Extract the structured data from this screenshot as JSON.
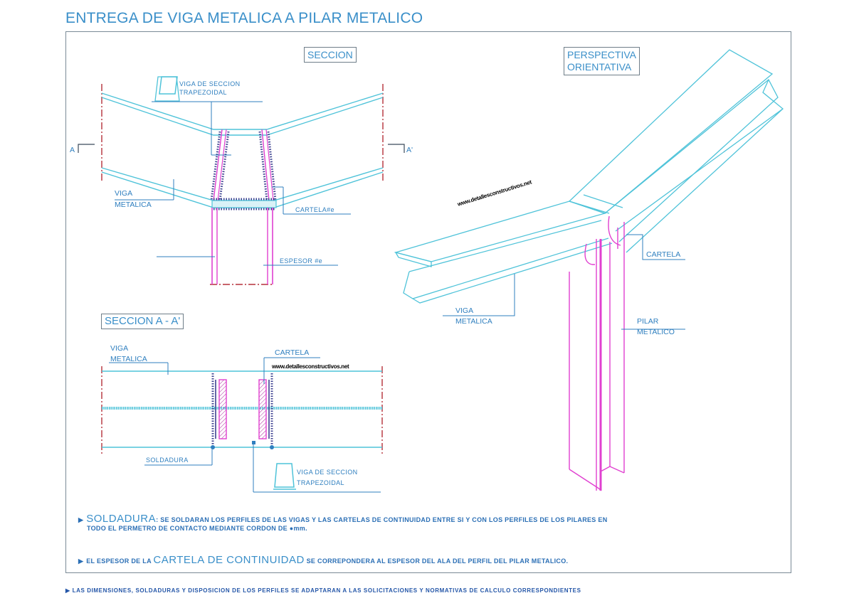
{
  "title": "ENTREGA DE VIGA METALICA A PILAR METALICO",
  "sections": {
    "seccion": {
      "heading": "SECCION",
      "labels": {
        "viga_trapezoidal_line1": "VIGA DE SECCION",
        "viga_trapezoidal_line2": "TRAPEZOIDAL",
        "viga_line1": "VIGA",
        "viga_line2": "METALICA",
        "cartela": "CARTELA#e",
        "espesor": "ESPESOR #e",
        "cut_left": "A",
        "cut_right": "A'"
      }
    },
    "seccion_aa": {
      "heading": "SECCION  A - A'",
      "labels": {
        "viga_line1": "VIGA",
        "viga_line2": "METALICA",
        "cartela": "CARTELA",
        "watermark": "www.detallesconstructivos.net",
        "soldadura": "SOLDADURA",
        "viga_trapezoidal_line1": "VIGA DE SECCION",
        "viga_trapezoidal_line2": "TRAPEZOIDAL"
      }
    },
    "perspectiva": {
      "heading_line1": "PERSPECTIVA",
      "heading_line2": "ORIENTATIVA",
      "labels": {
        "watermark": "www.detallesconstructivos.net",
        "cartela": "CARTELA",
        "viga_line1": "VIGA",
        "viga_line2": "METALICA",
        "pilar_line1": "PILAR",
        "pilar_line2": "METALICO"
      }
    }
  },
  "notes": [
    {
      "lead": "SOLDADURA",
      "text_line1": ": SE SOLDARAN LOS PERFILES DE LAS VIGAS Y LAS CARTELAS DE CONTINUIDAD  ENTRE SI Y CON LOS PERFILES DE LOS PILARES EN",
      "text_line2": "TODO EL PERMETRO DE CONTACTO MEDIANTE CORDON DE ●mm."
    },
    {
      "prefix": "EL ESPESOR DE LA",
      "lead": "CARTELA DE CONTINUIDAD",
      "suffix": "SE CORREPONDERA AL ESPESOR DEL ALA DEL PERFIL DEL PILAR METALICO."
    }
  ],
  "footer": "LAS DIMENSIONES, SOLDADURAS Y DISPOSICION DE LOS PERFILES SE ADAPTARAN A LAS SOLICITACIONES Y NORMATIVAS DE CALCULO CORRESPONDIENTES",
  "colors": {
    "beam": "#4fc3d9",
    "column": "#e040d0",
    "weld": "#3b3f8f",
    "axis": "#b5303a",
    "leader": "#2f7fbf",
    "frame": "#7a8a96"
  }
}
